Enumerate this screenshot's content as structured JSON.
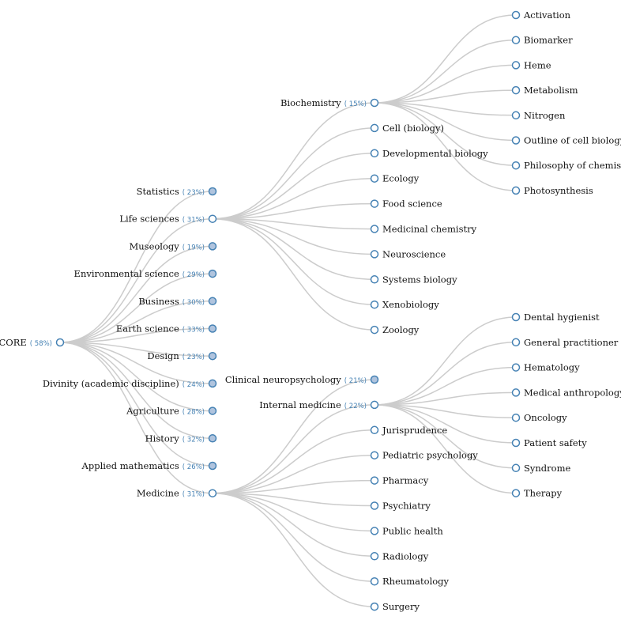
{
  "colors": {
    "link": "#cccccc",
    "node_stroke": "#4682b4",
    "collapsed_fill": "#b0c4de",
    "expanded_fill": "#ffffff",
    "label_text": "#111111",
    "percent_text": "#4682b4"
  },
  "tree": {
    "name": "CORE",
    "percent": "58%",
    "collapsed": false,
    "children": [
      {
        "name": "Statistics",
        "percent": "23%",
        "collapsed": true
      },
      {
        "name": "Life sciences",
        "percent": "31%",
        "collapsed": false,
        "children": [
          {
            "name": "Biochemistry",
            "percent": "15%",
            "collapsed": false,
            "children": [
              {
                "name": "Activation"
              },
              {
                "name": "Biomarker"
              },
              {
                "name": "Heme"
              },
              {
                "name": "Metabolism"
              },
              {
                "name": "Nitrogen"
              },
              {
                "name": "Outline of cell biology"
              },
              {
                "name": "Philosophy of chemistry"
              },
              {
                "name": "Photosynthesis"
              }
            ]
          },
          {
            "name": "Cell (biology)"
          },
          {
            "name": "Developmental biology"
          },
          {
            "name": "Ecology"
          },
          {
            "name": "Food science"
          },
          {
            "name": "Medicinal chemistry"
          },
          {
            "name": "Neuroscience"
          },
          {
            "name": "Systems biology"
          },
          {
            "name": "Xenobiology"
          },
          {
            "name": "Zoology"
          }
        ]
      },
      {
        "name": "Museology",
        "percent": "19%",
        "collapsed": true
      },
      {
        "name": "Environmental science",
        "percent": "29%",
        "collapsed": true
      },
      {
        "name": "Business",
        "percent": "30%",
        "collapsed": true
      },
      {
        "name": "Earth science",
        "percent": "33%",
        "collapsed": true
      },
      {
        "name": "Design",
        "percent": "23%",
        "collapsed": true
      },
      {
        "name": "Divinity (academic discipline)",
        "percent": "24%",
        "collapsed": true
      },
      {
        "name": "Agriculture",
        "percent": "28%",
        "collapsed": true
      },
      {
        "name": "History",
        "percent": "32%",
        "collapsed": true
      },
      {
        "name": "Applied mathematics",
        "percent": "26%",
        "collapsed": true
      },
      {
        "name": "Medicine",
        "percent": "31%",
        "collapsed": false,
        "children": [
          {
            "name": "Clinical neuropsychology",
            "percent": "21%",
            "collapsed": true
          },
          {
            "name": "Internal medicine",
            "percent": "22%",
            "collapsed": false,
            "children": [
              {
                "name": "Dental hygienist"
              },
              {
                "name": "General practitioner"
              },
              {
                "name": "Hematology"
              },
              {
                "name": "Medical anthropology"
              },
              {
                "name": "Oncology"
              },
              {
                "name": "Patient safety"
              },
              {
                "name": "Syndrome"
              },
              {
                "name": "Therapy"
              }
            ]
          },
          {
            "name": "Jurisprudence"
          },
          {
            "name": "Pediatric psychology"
          },
          {
            "name": "Pharmacy"
          },
          {
            "name": "Psychiatry"
          },
          {
            "name": "Public health"
          },
          {
            "name": "Radiology"
          },
          {
            "name": "Rheumatology"
          },
          {
            "name": "Surgery"
          }
        ]
      }
    ]
  }
}
